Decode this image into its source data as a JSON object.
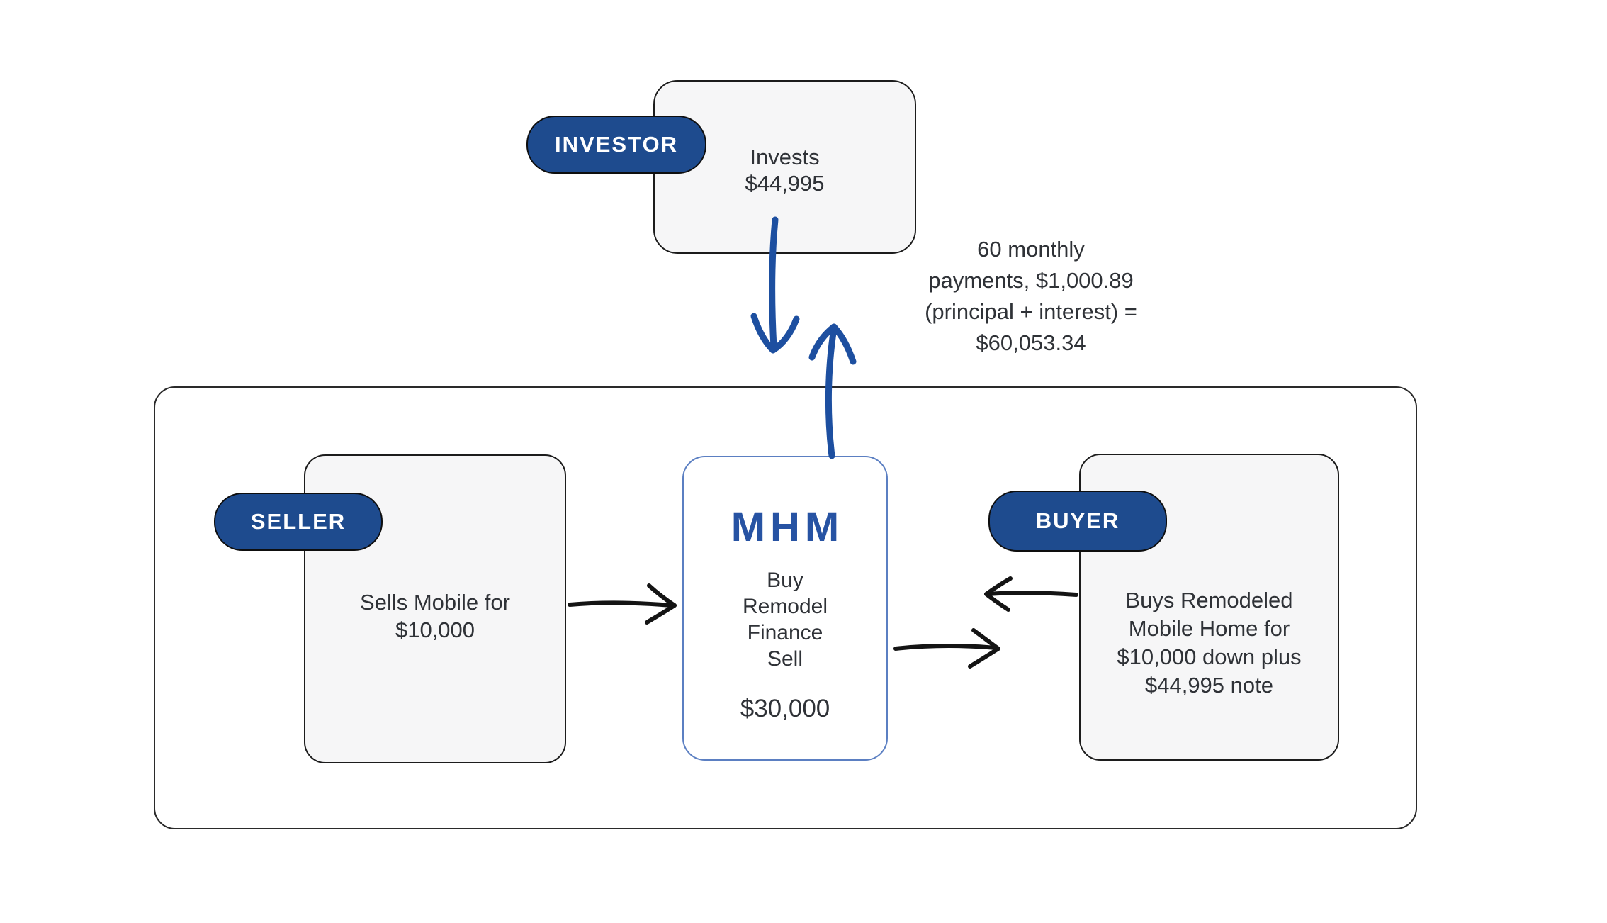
{
  "colors": {
    "navy": "#1e4b8e",
    "logo_blue": "#2753a3",
    "arrow_blue": "#1d4fa0",
    "arrow_black": "#141414",
    "box_gray": "#f6f6f7",
    "border_dark": "#1c1c1c",
    "mhm_border": "#5b7fc2",
    "text": "#2f3237",
    "bg": "#ffffff"
  },
  "investor": {
    "badge_label": "INVESTOR",
    "lines": [
      "Invests",
      "$44,995"
    ]
  },
  "payments_note": {
    "lines": [
      "60 monthly",
      "payments, $1,000.89",
      "(principal + interest) =",
      "$60,053.34"
    ]
  },
  "seller": {
    "badge_label": "SELLER",
    "lines": [
      "Sells Mobile for",
      "$10,000"
    ]
  },
  "mhm": {
    "logo": "MHM",
    "lines": [
      "Buy",
      "Remodel",
      "Finance",
      "Sell"
    ],
    "amount": "$30,000"
  },
  "buyer": {
    "badge_label": "BUYER",
    "lines": [
      "Buys Remodeled",
      "Mobile Home for",
      "$10,000 down plus",
      "$44,995 note"
    ]
  },
  "arrows": {
    "investor_to_mhm": "investor funds flow down to MHM",
    "mhm_to_investor": "MHM repays investor",
    "seller_to_mhm": "seller sells to MHM",
    "buyer_to_mhm": "buyer pays MHM",
    "mhm_to_buyer": "MHM sells to buyer"
  }
}
